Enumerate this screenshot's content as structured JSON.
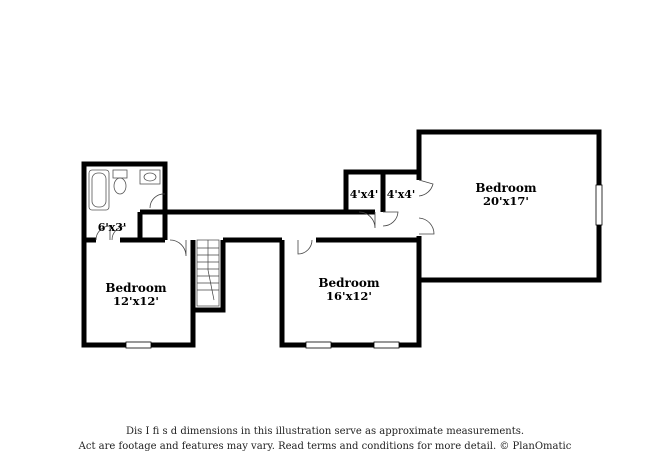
{
  "rooms": {
    "bedroom_top_right": {
      "name": "Bedroom",
      "dims": "20'x17'"
    },
    "bedroom_middle": {
      "name": "Bedroom",
      "dims": "16'x12'"
    },
    "bedroom_left": {
      "name": "Bedroom",
      "dims": "12'x12'"
    },
    "bath": {
      "dims": "6'x3'"
    },
    "closet_1": {
      "dims": "4'x4'"
    },
    "closet_2": {
      "dims": "4'x4'"
    }
  },
  "disclaimer": {
    "line1": "Dis     I     fi         s    d dimensions in this illustration serve as approximate measurements.",
    "line2": "Act     are footage and features may vary. Read terms and conditions for more detail. © PlanOmatic"
  },
  "colors": {
    "wall": "#000000",
    "background": "#ffffff",
    "fixture": "#555555"
  }
}
